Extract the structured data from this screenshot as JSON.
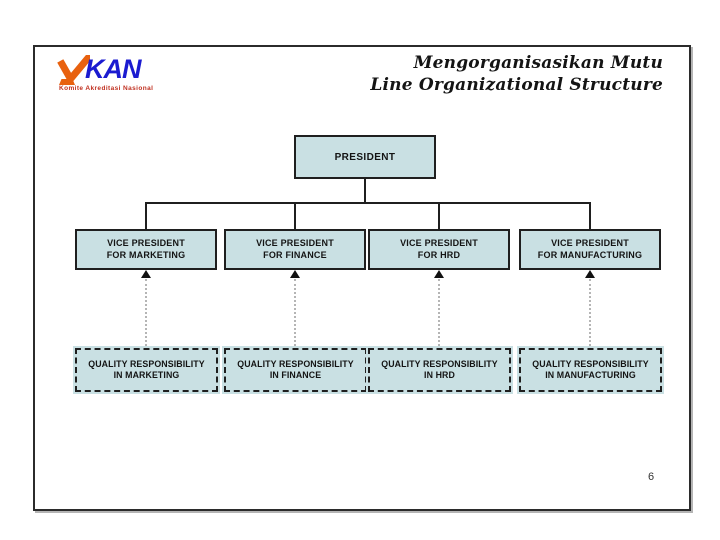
{
  "slide": {
    "header": {
      "logo": {
        "text": "KAN",
        "tagline": "Komite Akreditasi Nasional",
        "checkmark_icon": "orange-checkmark"
      },
      "title_line1": "Mengorganisasikan Mutu",
      "title_line2": "Line Organizational Structure"
    },
    "page_number": "6"
  },
  "org_chart": {
    "type": "org-hierarchy",
    "root": {
      "label": "PRESIDENT"
    },
    "level2": [
      {
        "line1": "VICE PRESIDENT",
        "line2": "FOR MARKETING"
      },
      {
        "line1": "VICE PRESIDENT",
        "line2": "FOR FINANCE"
      },
      {
        "line1": "VICE PRESIDENT",
        "line2": "FOR HRD"
      },
      {
        "line1": "VICE PRESIDENT",
        "line2": "FOR MANUFACTURING"
      }
    ],
    "level3": [
      {
        "line1": "QUALITY RESPONSIBILITY",
        "line2": "IN MARKETING"
      },
      {
        "line1": "QUALITY RESPONSIBILITY",
        "line2": "IN FINANCE"
      },
      {
        "line1": "QUALITY RESPONSIBILITY",
        "line2": "IN HRD"
      },
      {
        "line1": "QUALITY RESPONSIBILITY",
        "line2": "IN MANUFACTURING"
      }
    ],
    "connections": {
      "solid_lines": "president connects down to each vice president",
      "dotted_arrow_lines": "each quality responsibility box connects up to its vice president with an upward arrowhead"
    }
  },
  "colors": {
    "box_fill": "#c9e0e3",
    "box_border": "#1f1f1f",
    "logo_blue": "#1b1bd0",
    "logo_orange": "#e8610f",
    "tagline_red": "#c03020",
    "dotted_line": "#b5b5b5"
  }
}
